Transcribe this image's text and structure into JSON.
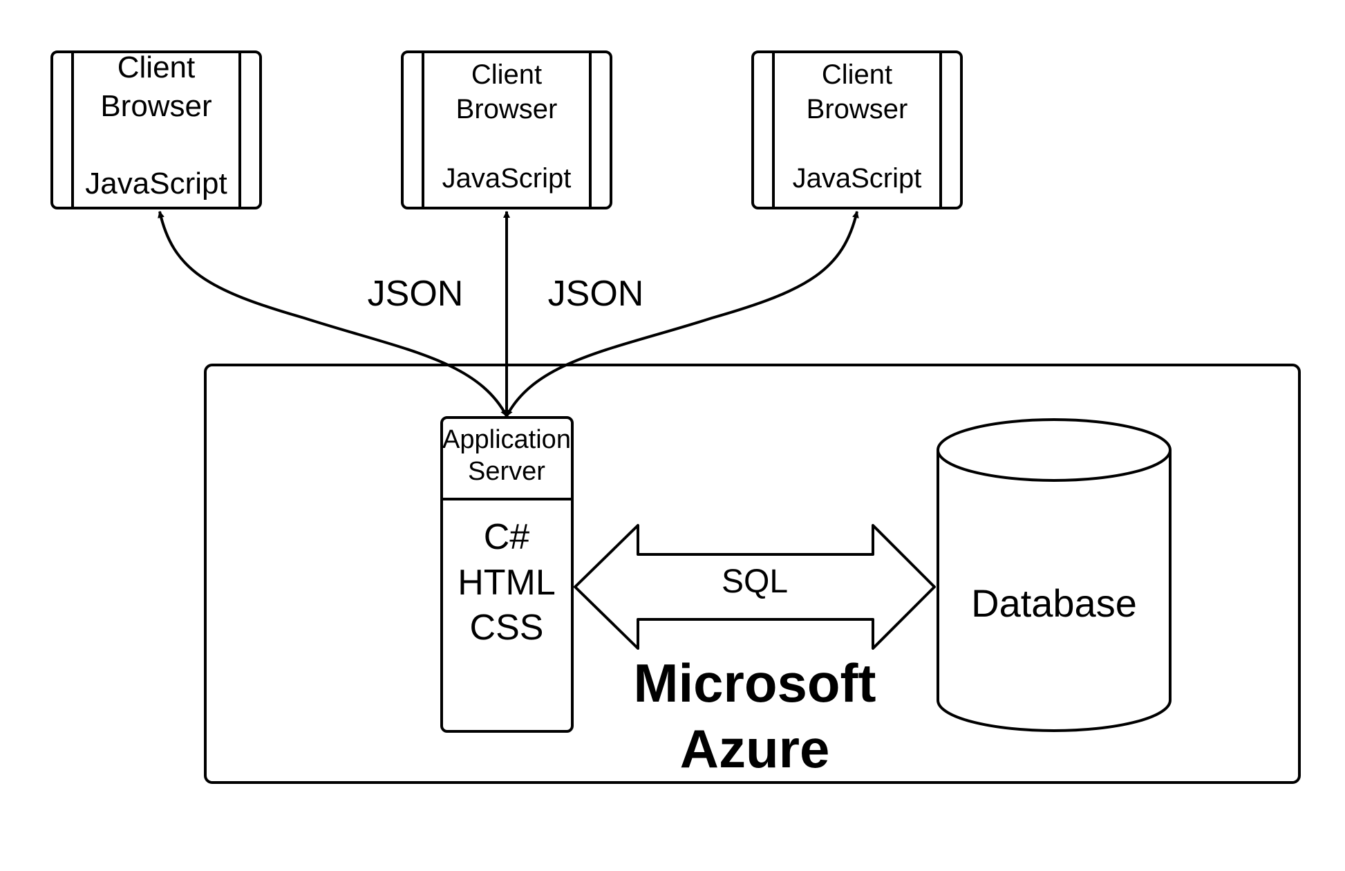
{
  "colors": {
    "stroke": "#000000",
    "background": "#ffffff",
    "text": "#000000"
  },
  "clients": [
    {
      "line1": "Client",
      "line2": "Browser",
      "line3": "JavaScript"
    },
    {
      "line1": "Client",
      "line2": "Browser",
      "line3": "JavaScript"
    },
    {
      "line1": "Client",
      "line2": "Browser",
      "line3": "JavaScript"
    }
  ],
  "connections": {
    "left_label": "JSON",
    "right_label": "JSON",
    "sql_label": "SQL"
  },
  "app_server": {
    "header_line1": "Application",
    "header_line2": "Server",
    "tech": [
      "C#",
      "HTML",
      "CSS"
    ]
  },
  "database": {
    "label": "Database"
  },
  "cloud": {
    "line1": "Microsoft",
    "line2": "Azure"
  }
}
